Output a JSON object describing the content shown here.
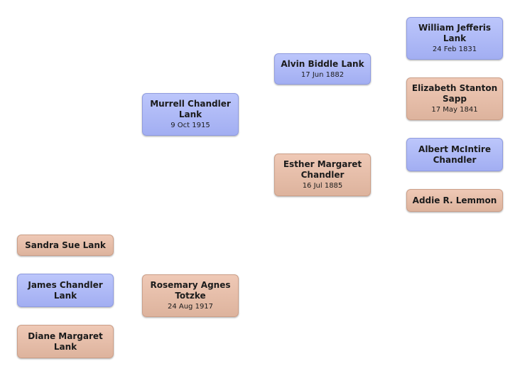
{
  "people": {
    "sandra": {
      "name": "Sandra Sue  Lank",
      "date": "",
      "sex": "female"
    },
    "james": {
      "name": "James Chandler Lank",
      "date": "",
      "sex": "male"
    },
    "diane": {
      "name": "Diane Margaret Lank",
      "date": "",
      "sex": "female"
    },
    "murrell": {
      "name": "Murrell Chandler Lank",
      "date": "9 Oct 1915",
      "sex": "male"
    },
    "rosemary": {
      "name": "Rosemary Agnes Totzke",
      "date": "24 Aug 1917",
      "sex": "female"
    },
    "alvin": {
      "name": "Alvin Biddle  Lank",
      "date": "17 Jun 1882",
      "sex": "male"
    },
    "esther": {
      "name": "Esther Margaret Chandler",
      "date": "16 Jul 1885",
      "sex": "female"
    },
    "william": {
      "name": "William Jefferis Lank",
      "date": "24 Feb 1831",
      "sex": "male"
    },
    "elizabeth": {
      "name": "Elizabeth Stanton Sapp",
      "date": "17 May 1841",
      "sex": "female"
    },
    "albert": {
      "name": "Albert McIntire Chandler",
      "date": "",
      "sex": "male"
    },
    "addie": {
      "name": "Addie R.  Lemmon",
      "date": "",
      "sex": "female"
    }
  }
}
